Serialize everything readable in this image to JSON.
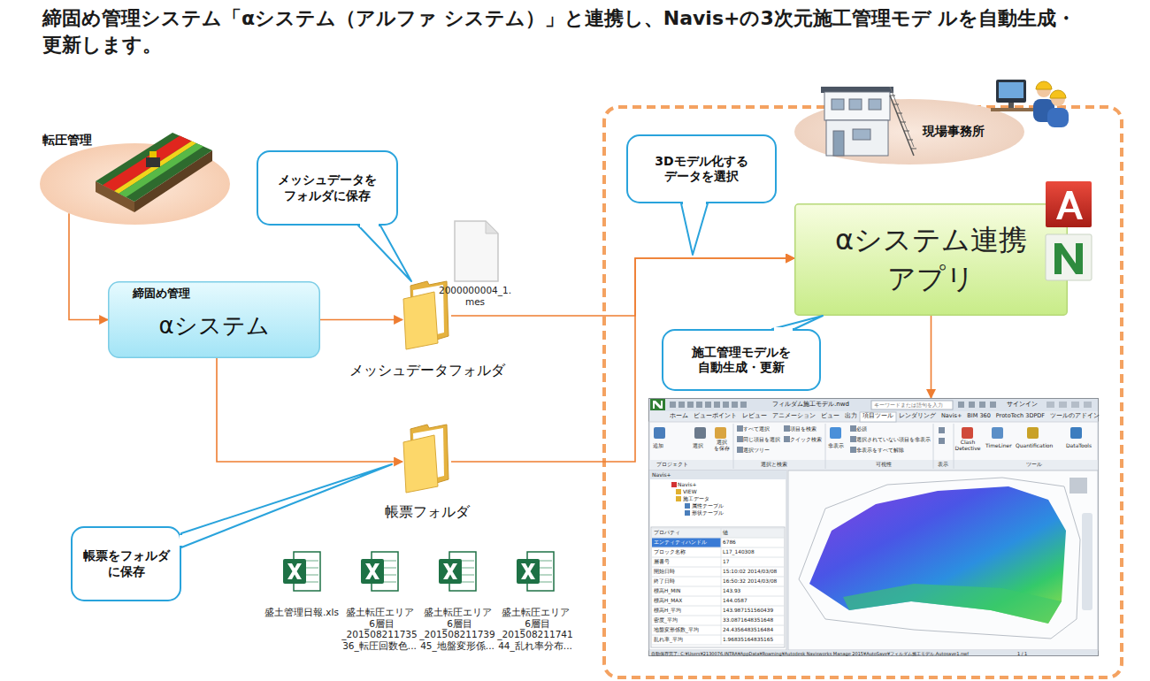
{
  "diagram": {
    "title": "締固め管理システム「αシステム（アルファ システム）」と連携し、Navis+の3次元施工管理モデ ルを自動生成・更新します。",
    "nodes": [
      {
        "text": [
          "転圧管理"
        ]
      },
      {
        "text": [
          "メッシュデータを フォルダに保存"
        ]
      },
      {
        "text": [
          "締固め管理",
          "αシステム"
        ]
      },
      {
        "text": [
          "メッシュデータフォルダ"
        ]
      },
      {
        "text": [
          "帳票フォルダ"
        ]
      },
      {
        "text": [
          "帳票をフォルダ に保存"
        ]
      },
      {
        "text": [
          "現場事務所"
        ]
      },
      {
        "text": [
          "3Dモデル化する データを選択"
        ]
      },
      {
        "text": [
          "αシステム連携 アプリ"
        ]
      },
      {
        "text": [
          "施工管理モデルを 自動生成・更新"
        ]
      },
      {
        "text": [
          "フィルダム施工モデル.nwd"
        ]
      }
    ],
    "edges": [
      {
        "from": 0,
        "to": 2,
        "arrow": "to"
      },
      {
        "from": 2,
        "to": 3,
        "arrow": "to"
      },
      {
        "from": 2,
        "to": 4,
        "arrow": "to"
      },
      {
        "from": 3,
        "to": 8,
        "arrow": "to"
      },
      {
        "from": 4,
        "to": 8,
        "arrow": "to"
      },
      {
        "from": 8,
        "to": 10,
        "arrow": "to"
      }
    ],
    "labels": [
      "2000000004_1. mes",
      "盛土管理日報.xls",
      "盛土転圧エリア _6層目 _201508211735 36_転圧回数色...",
      "盛土転圧エリア _6層目 _201508211739 45_地盤変形係...",
      "盛土転圧エリア _6層目 _201508211741 44_乱れ率分布...",
      "キーワードまたは語句を入力",
      "サインイン",
      "ホーム",
      "ビューポイント",
      "レビュー",
      "アニメーション",
      "ビュー",
      "出力",
      "項目ツール",
      "レンダリング",
      "Navis+",
      "BIM 360",
      "ProtoTech 3DPDF",
      "ツールのアドイン",
      "追加",
      "選択",
      "選択 を保存",
      "すべて選択",
      "同じ項目を選択",
      "選択ツリー",
      "項目を検索",
      "クイック検索",
      "非表示",
      "必須",
      "選択されていない項目を非表示",
      "非表示をすべて解除",
      "Clash Detective",
      "TimeLiner",
      "Quantification",
      "DataTools",
      "プロジェクト",
      "選択と検索",
      "可視性",
      "表示",
      "ツール",
      "Navis+",
      "Navis+",
      "VIEW",
      "施工データ",
      "属性テーブル",
      "形状テーブル",
      "プロパティ",
      "値",
      "エンティティハンドル",
      "6786",
      "ブロック名称",
      "L17_140308",
      "層番号",
      "17",
      "開始日時",
      "15:10:02 2014/03/08",
      "終了日時",
      "16:50:32 2014/03/08",
      "標高H_MIN",
      "143.93",
      "標高H_MAX",
      "144.0587",
      "標高H_平均",
      "143.987151560439",
      "密度_平均",
      "33.0871648351648",
      "地盤変形係数_平均",
      "24.4356483516484",
      "乱れ率_平均",
      "1.96835164835165",
      "自動保存完了: C:¥Users¥2130076.INTRA¥AppData¥Roaming¥Autodesk Navisworks Manage 2015¥AutoSave¥フィルダム施工モデル.Autosave1.nwf",
      "1 / 1"
    ]
  }
}
